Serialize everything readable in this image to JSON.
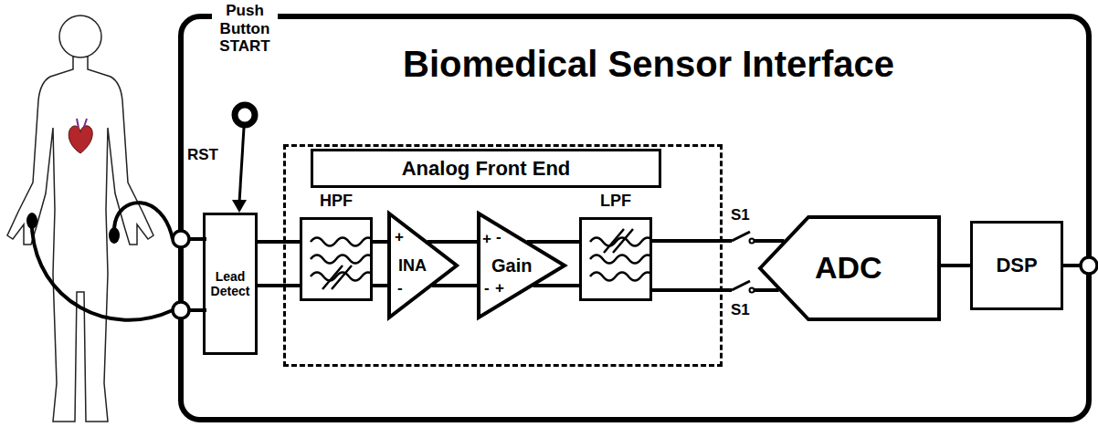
{
  "diagram": {
    "nodes": [
      {
        "text": [
          "Biomedical Sensor Interface"
        ]
      },
      {
        "text": [
          "Lead Detect"
        ],
        "in": 0
      },
      {
        "text": [
          "Analog Front End"
        ],
        "in": 0
      },
      {
        "text": [
          "HPF"
        ],
        "in": 2
      },
      {
        "text": [
          "INA"
        ],
        "in": 2
      },
      {
        "text": [
          "Gain"
        ],
        "in": 2
      },
      {
        "text": [
          "LPF"
        ],
        "in": 2
      },
      {
        "text": [
          "ADC"
        ],
        "in": 0
      },
      {
        "text": [
          "DSP"
        ],
        "in": 0
      }
    ],
    "edges": [
      {
        "from": 1,
        "to": 3,
        "arrow": "none"
      },
      {
        "from": 3,
        "to": 4,
        "arrow": "none"
      },
      {
        "from": 4,
        "to": 5,
        "arrow": "none"
      },
      {
        "from": 5,
        "to": 6,
        "arrow": "none"
      },
      {
        "from": 6,
        "to": 7,
        "arrow": "none"
      },
      {
        "from": 7,
        "to": 8,
        "arrow": "none"
      }
    ],
    "labels": [
      "Push Button START",
      "RST",
      "S1",
      "S1",
      "+",
      "-",
      "+",
      "-",
      "-",
      "+"
    ]
  }
}
